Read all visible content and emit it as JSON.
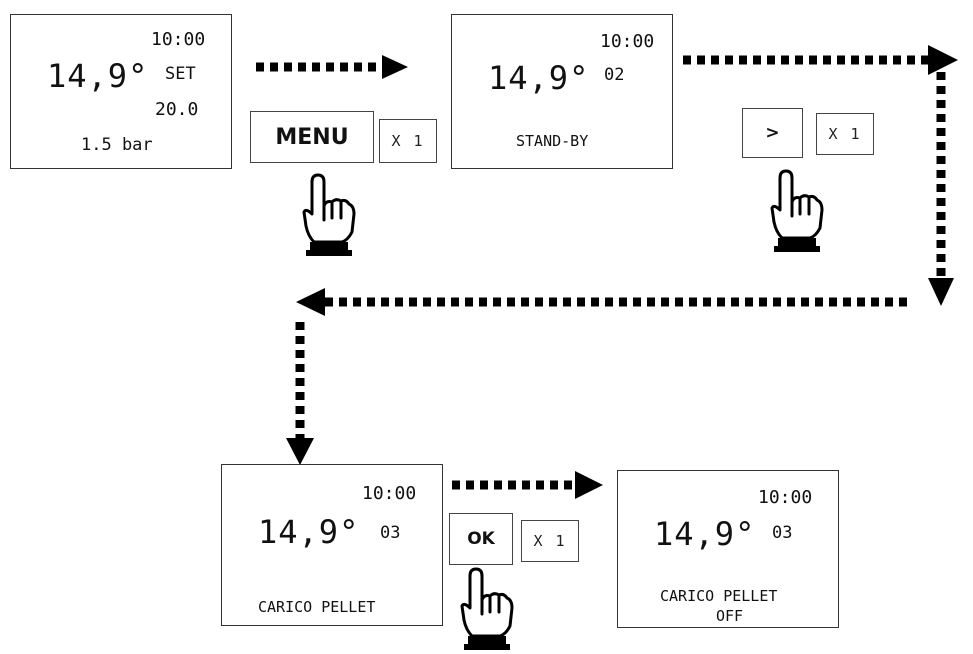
{
  "screens": {
    "s1": {
      "time": "10:00",
      "temp": "14,9°",
      "mode": "SET",
      "setpoint": "20.0",
      "pressure": "1.5 bar"
    },
    "s2": {
      "time": "10:00",
      "temp": "14,9°",
      "code": "02",
      "status": "STAND-BY"
    },
    "s3": {
      "time": "10:00",
      "temp": "14,9°",
      "code": "03",
      "status": "CARICO PELLET"
    },
    "s4": {
      "time": "10:00",
      "temp": "14,9°",
      "code": "03",
      "status_line1": "CARICO PELLET",
      "status_line2": "OFF"
    }
  },
  "steps": [
    {
      "key": "MENU",
      "count": "X 1"
    },
    {
      "key": ">",
      "count": "X 1"
    },
    {
      "key": "OK",
      "count": "X 1"
    }
  ],
  "icons": {
    "press": "pointing-hand-icon",
    "flow": "dotted-arrow"
  }
}
